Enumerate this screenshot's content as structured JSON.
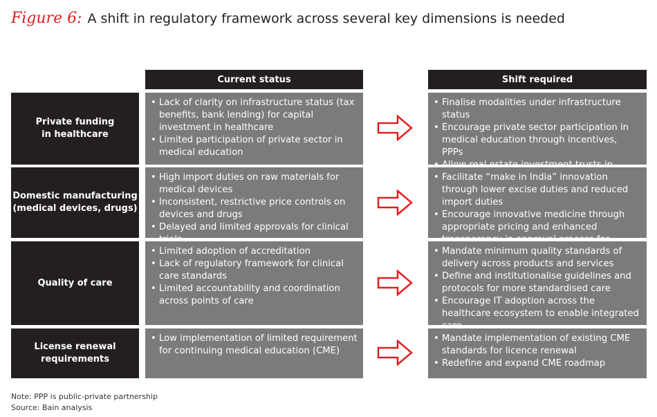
{
  "title": {
    "figure_label": "Figure 6:",
    "text": "A shift in regulatory framework across several key dimensions is needed"
  },
  "headers": {
    "current": "Current status",
    "shift": "Shift required"
  },
  "rows": [
    {
      "label_line1": "Private funding",
      "label_line2": "in healthcare",
      "current": [
        "Lack of clarity on infrastructure status (tax benefits, bank lending) for capital investment in healthcare",
        "Limited participation of private sector in medical education"
      ],
      "shift": [
        "Finalise modalities under infrastructure status",
        "Encourage private sector participation in medical education through incentives, PPPs",
        "Allow real estate investment trusts in healthcare"
      ]
    },
    {
      "label_line1": "Domestic manufacturing",
      "label_line2": "(medical devices, drugs)",
      "current": [
        "High import duties on raw materials for medical devices",
        "Inconsistent, restrictive price controls on devices and drugs",
        "Delayed and limited approvals for clinical trials"
      ],
      "shift": [
        "Facilitate “make in India” innovation through lower excise duties and reduced import duties",
        "Encourage innovative medicine through appropriate pricing and enhanced transparency in approval process for clinical trials"
      ]
    },
    {
      "label_line1": "Quality of care",
      "label_line2": "",
      "current": [
        "Limited adoption of accreditation",
        "Lack of regulatory framework for clinical care standards",
        "Limited accountability and coordination across points of care"
      ],
      "shift": [
        "Mandate minimum quality standards of delivery across products and services",
        "Define and institutionalise guidelines and protocols for more standardised care",
        "Encourage IT adoption across the healthcare ecosystem to enable integrated care"
      ]
    },
    {
      "label_line1": "License renewal",
      "label_line2": "requirements",
      "current": [
        "Low implementation of limited requirement for continuing medical education (CME)"
      ],
      "shift": [
        "Mandate implementation of existing CME standards for licence renewal",
        "Redefine and expand CME roadmap"
      ]
    }
  ],
  "notes": {
    "note": "Note: PPP is public-private partnership",
    "source": "Source: Bain analysis"
  },
  "colors": {
    "dark": "#231f20",
    "cell": "#7b7b7b",
    "arrow": "#e02020"
  },
  "icons": {
    "arrow": "outlined-right-arrow-icon"
  }
}
